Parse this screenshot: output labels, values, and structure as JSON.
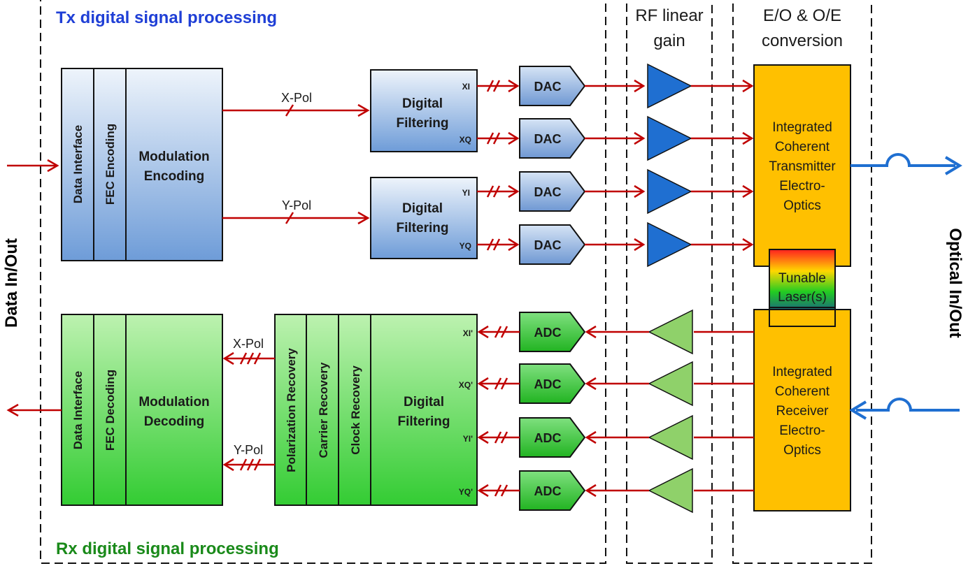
{
  "sections": {
    "tx": "Tx digital signal processing",
    "rx": "Rx digital signal processing",
    "rf_line1": "RF linear",
    "rf_line2": "gain",
    "eo_line1": "E/O & O/E",
    "eo_line2": "conversion"
  },
  "side_labels": {
    "data": "Data In/Out",
    "optical": "Optical In/Out"
  },
  "tx": {
    "data_interface": "Data Interface",
    "fec": "FEC Encoding",
    "modulation_l1": "Modulation",
    "modulation_l2": "Encoding",
    "x_pol": "X-Pol",
    "y_pol": "Y-Pol",
    "filter_l1": "Digital",
    "filter_l2": "Filtering",
    "ports": [
      "XI",
      "XQ",
      "YI",
      "YQ"
    ],
    "dac": "DAC"
  },
  "rx": {
    "data_interface": "Data Interface",
    "fec": "FEC Decoding",
    "modulation_l1": "Modulation",
    "modulation_l2": "Decoding",
    "x_pol": "X-Pol",
    "y_pol": "Y-Pol",
    "polarization": "Polarization Recovery",
    "carrier": "Carrier Recovery",
    "clock": "Clock Recovery",
    "filter_l1": "Digital",
    "filter_l2": "Filtering",
    "ports": [
      "XI'",
      "XQ'",
      "YI'",
      "YQ'"
    ],
    "adc": "ADC"
  },
  "transmitter_lines": [
    "Integrated",
    "Coherent",
    "Transmitter",
    "Electro-",
    "Optics"
  ],
  "receiver_lines": [
    "Integrated",
    "Coherent",
    "Receiver",
    "Electro-",
    "Optics"
  ],
  "laser": {
    "line1": "Tunable",
    "line2": "Laser(s)"
  },
  "colors": {
    "tx_accent": "#1f3fd6",
    "rx_accent": "#1a8a1a",
    "signal": "#c00000",
    "optical": "#1f6fd1",
    "optics_block": "#ffc000",
    "amp_tx": "#1f6fd1",
    "amp_rx": "#8fd16a"
  }
}
